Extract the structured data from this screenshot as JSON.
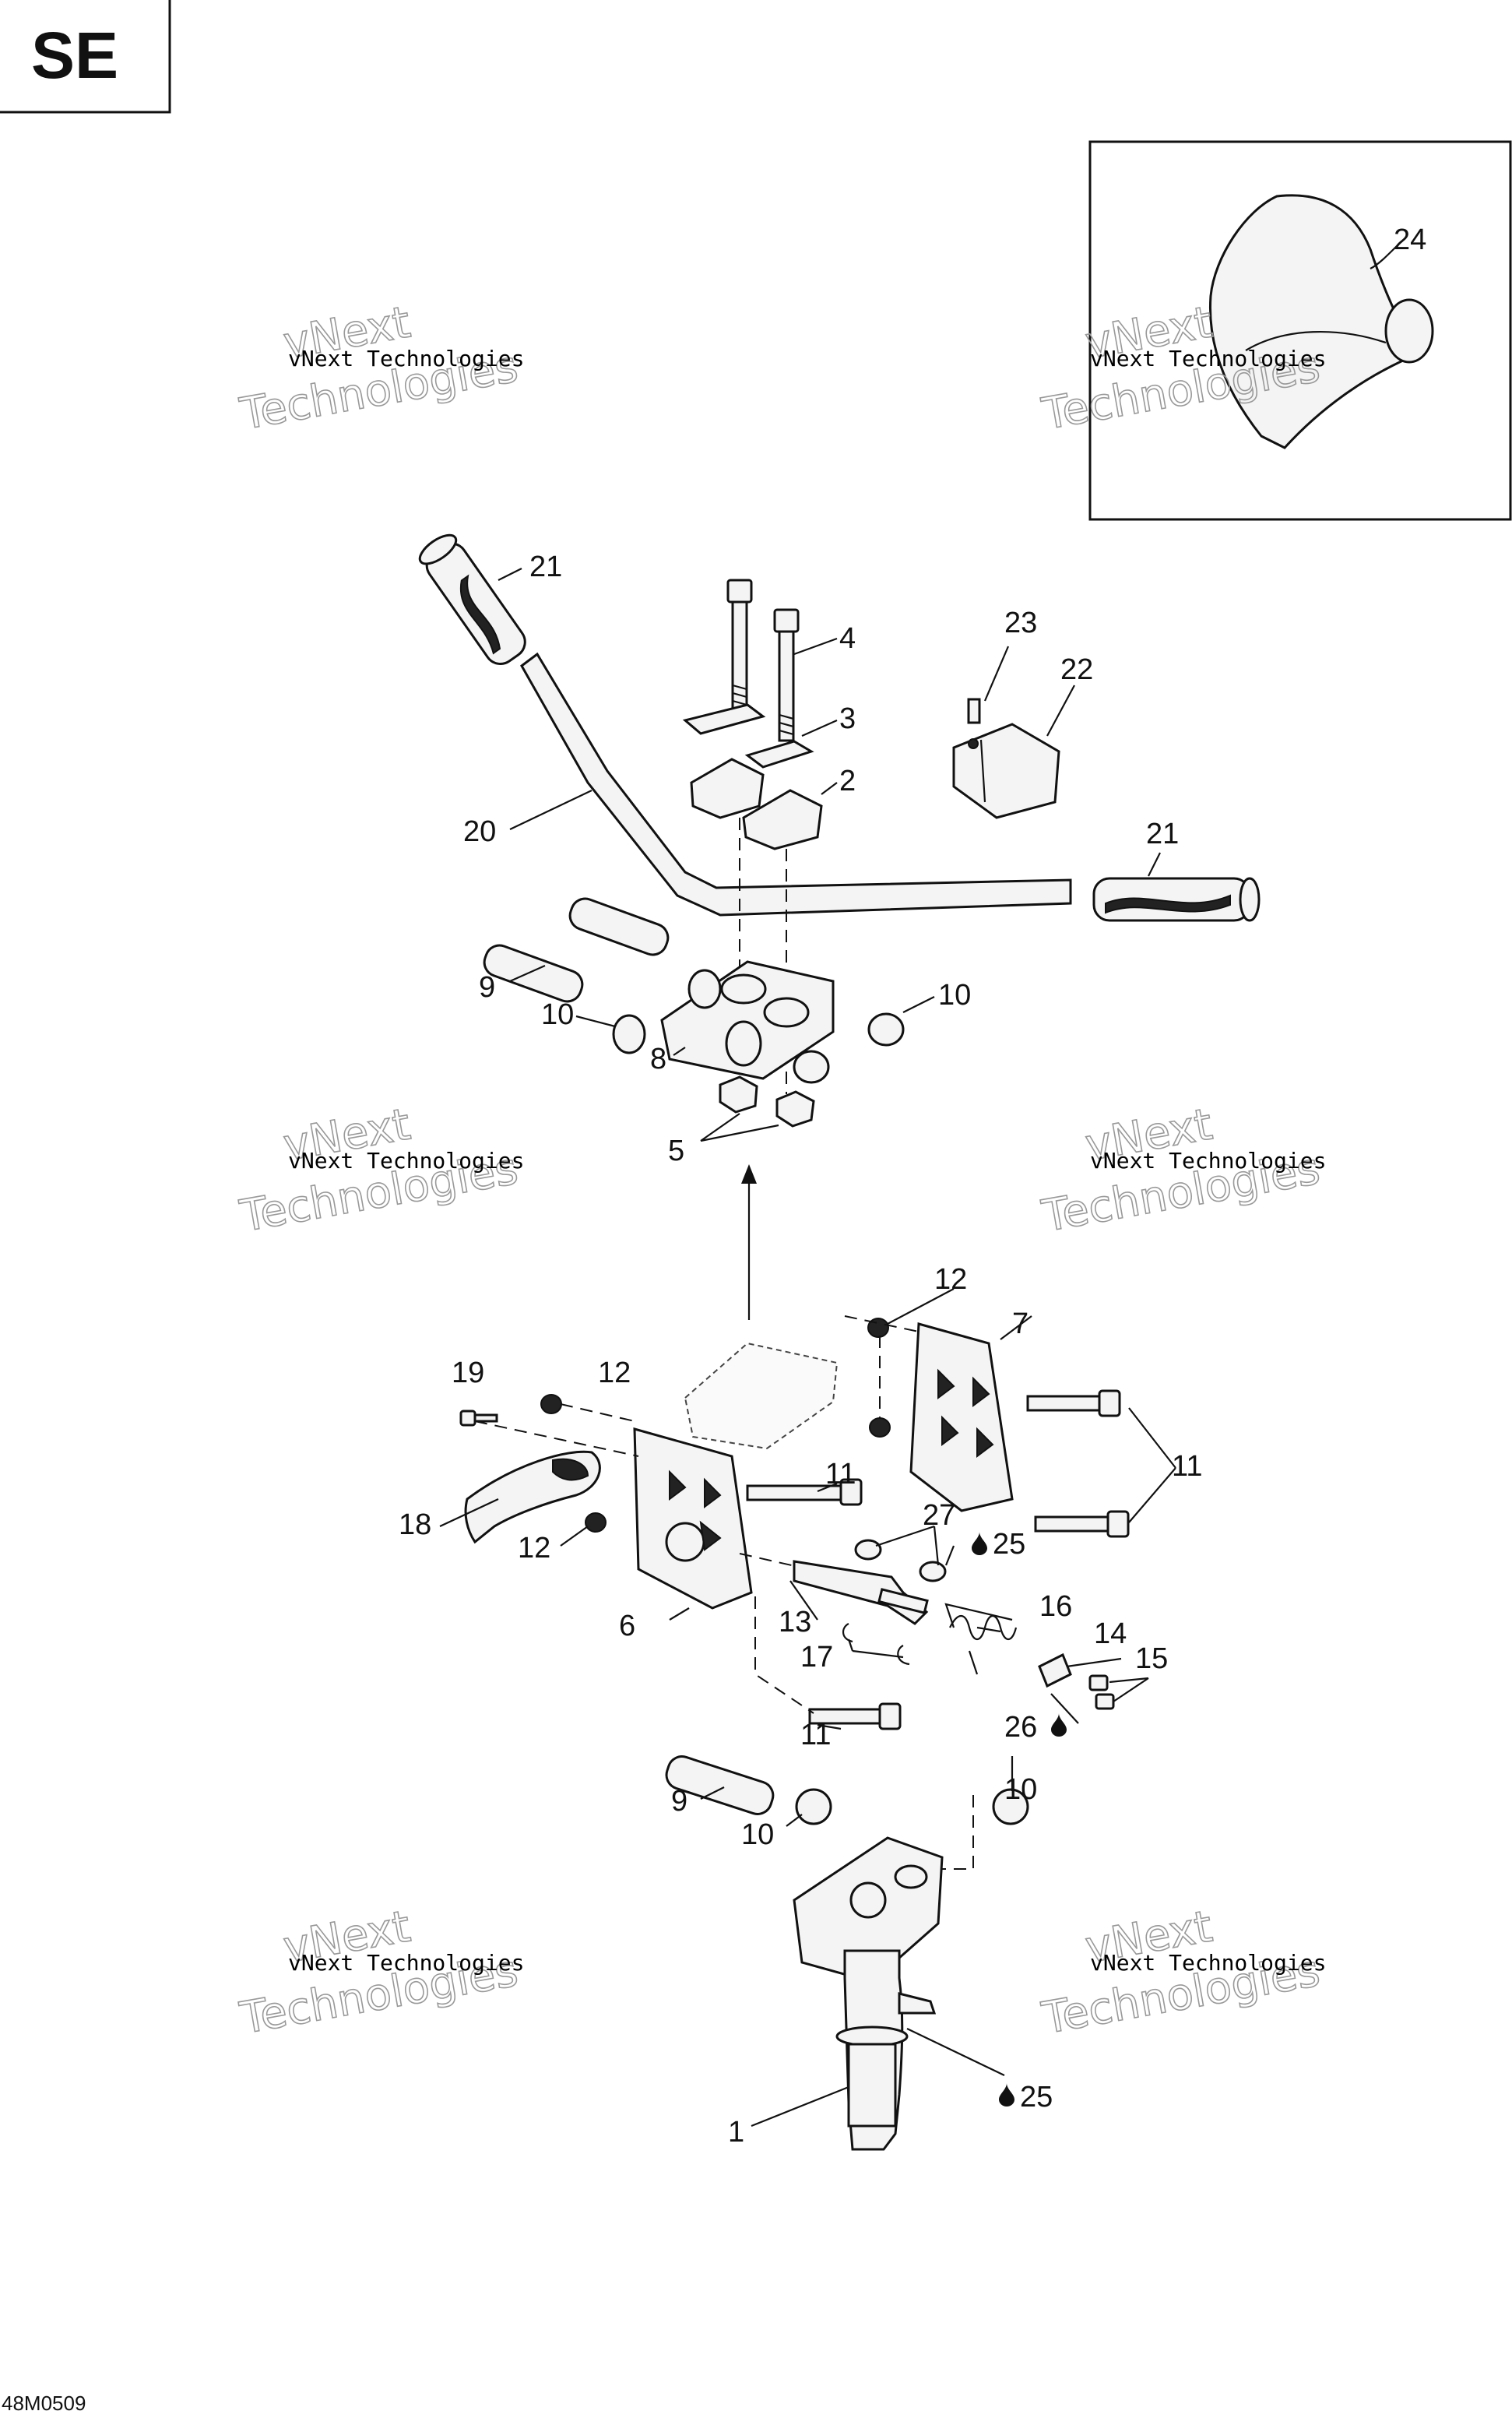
{
  "header": {
    "section_code": "SE"
  },
  "footer": {
    "drawing_id": "48M0509"
  },
  "watermark": {
    "line1": "vNext Technologies",
    "outline_top": "vNext",
    "outline_bottom": "Technologies"
  },
  "callouts": {
    "c1": "1",
    "c2": "2",
    "c3": "3",
    "c4": "4",
    "c5": "5",
    "c6": "6",
    "c7": "7",
    "c8": "8",
    "c9": "9",
    "c10": "10",
    "c11": "11",
    "c12": "12",
    "c13": "13",
    "c14": "14",
    "c15": "15",
    "c16": "16",
    "c17": "17",
    "c18": "18",
    "c19": "19",
    "c20": "20",
    "c21": "21",
    "c22": "22",
    "c23": "23",
    "c24": "24",
    "c25": "25",
    "c26": "26",
    "c27": "27"
  }
}
